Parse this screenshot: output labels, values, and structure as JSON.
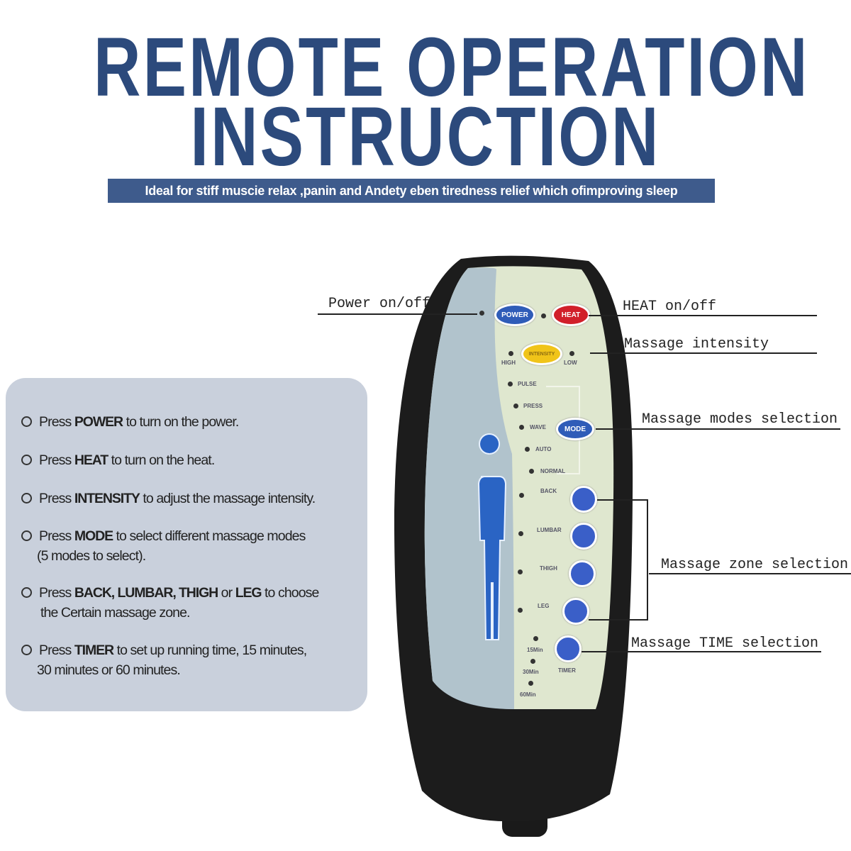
{
  "title": {
    "line1": "REMOTE OPERATION",
    "line2": "INSTRUCTION"
  },
  "banner": "Ideal for stiff muscie relax ,panin and Andety eben tiredness relief which ofimproving sleep",
  "steps": [
    {
      "pre": "Press ",
      "key": "POWER",
      "post": " to turn on the power.",
      "line2": ""
    },
    {
      "pre": "Press ",
      "key": "HEAT",
      "post": " to turn on the heat.",
      "line2": ""
    },
    {
      "pre": "Press ",
      "key": "INTENSITY",
      "post": " to adjust the massage intensity.",
      "line2": ""
    },
    {
      "pre": "Press ",
      "key": "MODE",
      "post": " to select different massage modes",
      "line2": "(5 modes to select)."
    },
    {
      "pre": "Press ",
      "key": "BACK, LUMBAR, THIGH",
      "post": " or ",
      "key2": "LEG",
      "post2": " to choose",
      "line2": "the  Certain massage zone."
    },
    {
      "pre": "Press ",
      "key": "TIMER",
      "post": " to set up running time, 15 minutes,",
      "line2": "30 minutes or 60 minutes."
    }
  ],
  "annotations": {
    "power": "Power on/off",
    "heat": "HEAT on/off",
    "intensity": "Massage intensity",
    "modes": "Massage modes selection",
    "zone": "Massage zone selection",
    "time": "Massage TIME selection"
  },
  "remote": {
    "power": "POWER",
    "heat": "HEAT",
    "intensity": "INTENSITY",
    "high": "HIGH",
    "low": "LOW",
    "modes": [
      "PULSE",
      "PRESS",
      "WAVE",
      "AUTO",
      "NORMAL"
    ],
    "mode": "MODE",
    "zones": [
      "BACK",
      "LUMBAR",
      "THIGH",
      "LEG"
    ],
    "times": [
      "15Min",
      "30Min",
      "60Min"
    ],
    "timer": "TIMER"
  },
  "colors": {
    "title": "#2c4a7c",
    "banner": "#3e5b8c",
    "power": "#2f5cb8",
    "heat": "#d11f2a",
    "intensity": "#f0c419",
    "zone": "#3a5fc8"
  }
}
